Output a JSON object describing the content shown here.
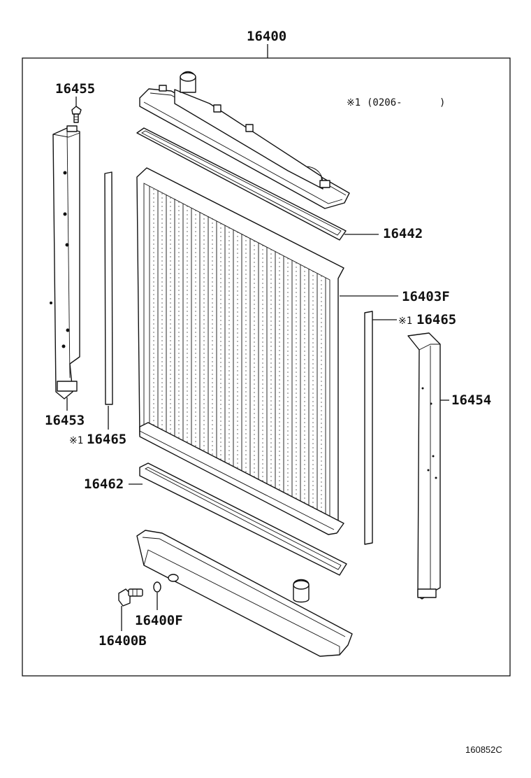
{
  "labels": {
    "assembly": "16400",
    "bolt": "16455",
    "note_prefix": "※1",
    "note_text": "(0206-",
    "note_close": ")",
    "upper_gasket": "16442",
    "core": "16403F",
    "seal_right": "16465",
    "seal_left": "16465",
    "right_support": "16454",
    "left_support": "16453",
    "lower_gasket": "16462",
    "o_ring": "16400F",
    "drain_cock": "16400B",
    "diagram_code": "160852C"
  },
  "colors": {
    "ink": "#111111",
    "paper": "#ffffff"
  }
}
